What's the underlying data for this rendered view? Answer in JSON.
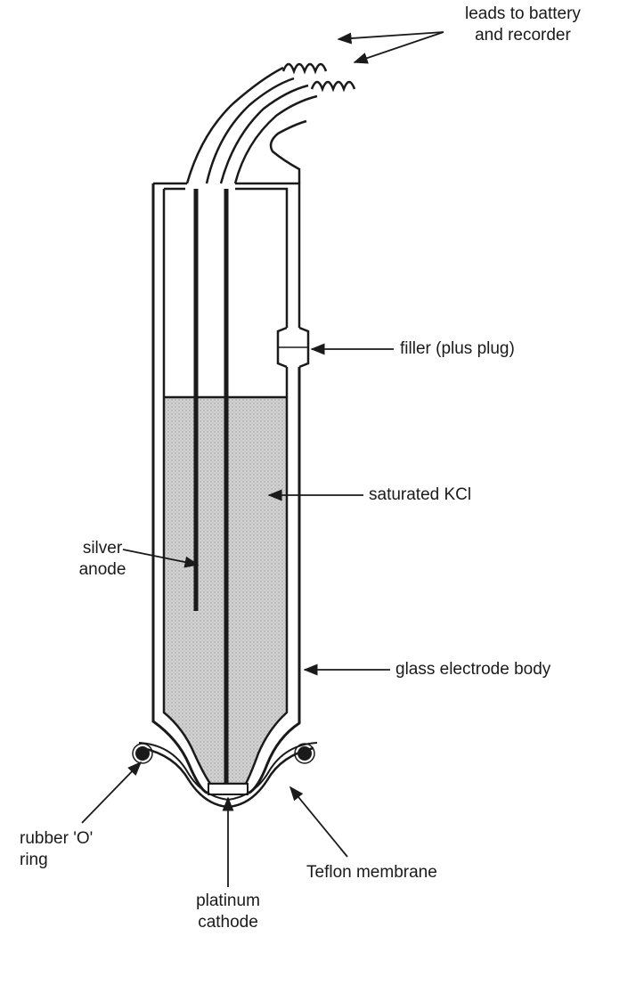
{
  "labels": {
    "leads": [
      "leads to battery",
      "and recorder"
    ],
    "filler": "filler (plus plug)",
    "kcl": "saturated KCl",
    "anode": [
      "silver",
      "anode"
    ],
    "body": "glass electrode body",
    "oring": [
      "rubber 'O'",
      "ring"
    ],
    "cathode": [
      "platinum",
      "cathode"
    ],
    "membrane": "Teflon membrane"
  },
  "colors": {
    "line": "#1a1a1a",
    "electrolyte_fill": "#d2d2d2",
    "background": "#ffffff"
  }
}
